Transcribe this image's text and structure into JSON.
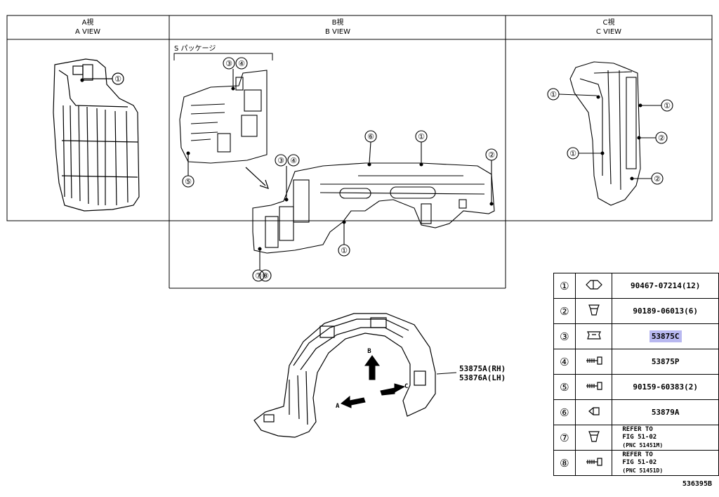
{
  "views": {
    "a": {
      "title_jp": "A視",
      "title_en": "A VIEW"
    },
    "b": {
      "title_jp": "B視",
      "title_en": "B VIEW"
    },
    "c": {
      "title_jp": "C視",
      "title_en": "C VIEW"
    }
  },
  "s_package_label": "S パッケージ",
  "callouts": {
    "a_1": "①",
    "b_pkg_3": "③",
    "b_pkg_4": "④",
    "b_pkg_5": "⑤",
    "b_3": "③",
    "b_4": "④",
    "b_6": "⑥",
    "b_1_top": "①",
    "b_2": "②",
    "b_1_bottom": "①",
    "b_7": "⑦",
    "b_8": "⑧",
    "c_1_left": "①",
    "c_1_left_low": "①",
    "c_1_right": "①",
    "c_2_mid": "②",
    "c_2_low": "②"
  },
  "main_part": {
    "rh": "53875A(RH)",
    "lh": "53876A(LH)"
  },
  "arrows": {
    "a": "A",
    "b": "B",
    "c": "C"
  },
  "parts_table": [
    {
      "num": "①",
      "icon": "clip-icon",
      "part": "90467-07214(12)"
    },
    {
      "num": "②",
      "icon": "grommet-icon",
      "part": "90189-06013(6)"
    },
    {
      "num": "③",
      "icon": "nut-clip-icon",
      "part": "53875C",
      "highlight": true
    },
    {
      "num": "④",
      "icon": "screw-icon",
      "part": "53875P"
    },
    {
      "num": "⑤",
      "icon": "screw-icon",
      "part": "90159-60383(2)"
    },
    {
      "num": "⑥",
      "icon": "push-clip-icon",
      "part": "53879A"
    },
    {
      "num": "⑦",
      "icon": "grommet-icon",
      "ref": [
        "REFER TO",
        "FIG 51-02",
        "(PNC 51451M)"
      ]
    },
    {
      "num": "⑧",
      "icon": "screw-icon",
      "ref": [
        "REFER TO",
        "FIG 51-02",
        "(PNC 51451D)"
      ]
    }
  ],
  "diagram_id": "536395B"
}
